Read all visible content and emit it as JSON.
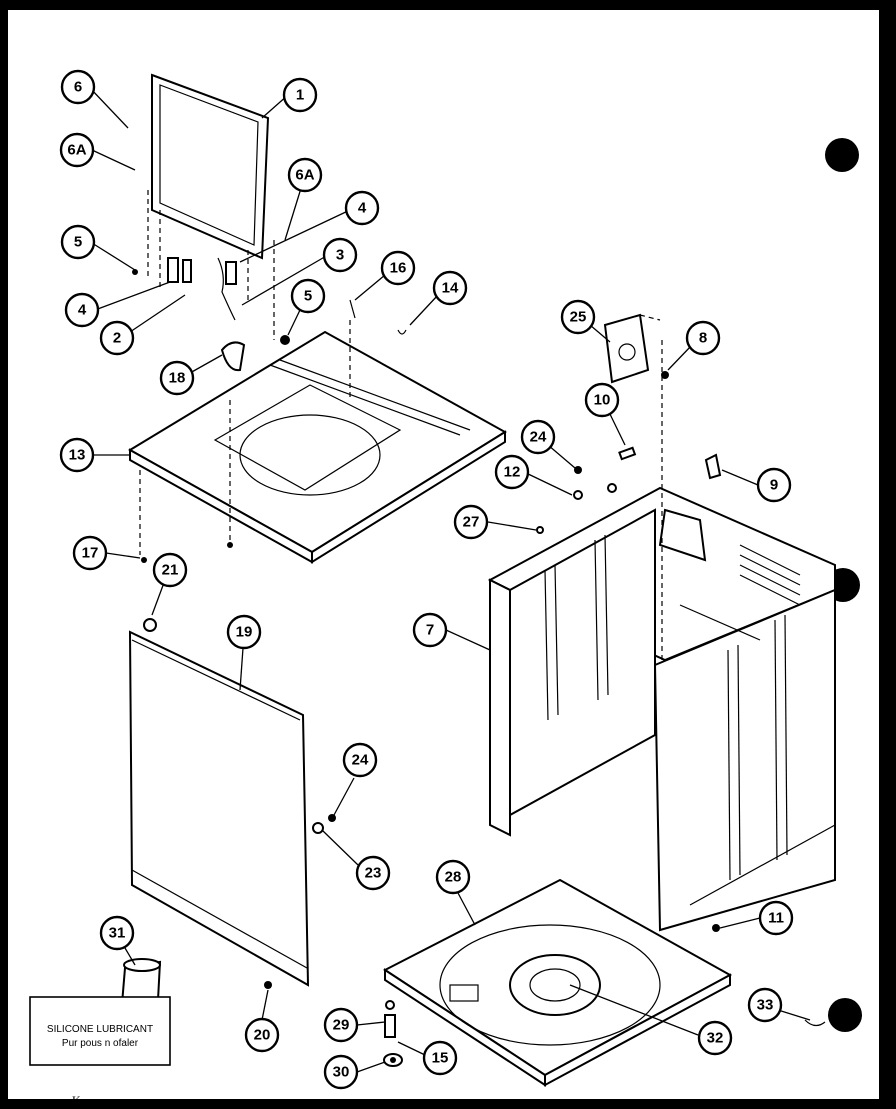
{
  "diagram": {
    "callouts": [
      {
        "id": "c1",
        "label": "1"
      },
      {
        "id": "c6",
        "label": "6"
      },
      {
        "id": "c6a_l",
        "label": "6A"
      },
      {
        "id": "c6a_r",
        "label": "6A"
      },
      {
        "id": "c4_r",
        "label": "4"
      },
      {
        "id": "c5_l",
        "label": "5"
      },
      {
        "id": "c3",
        "label": "3"
      },
      {
        "id": "c4_l",
        "label": "4"
      },
      {
        "id": "c2",
        "label": "2"
      },
      {
        "id": "c16",
        "label": "16"
      },
      {
        "id": "c14",
        "label": "14"
      },
      {
        "id": "c5_m",
        "label": "5"
      },
      {
        "id": "c18",
        "label": "18"
      },
      {
        "id": "c13",
        "label": "13"
      },
      {
        "id": "c25",
        "label": "25"
      },
      {
        "id": "c8",
        "label": "8"
      },
      {
        "id": "c10",
        "label": "10"
      },
      {
        "id": "c24_t",
        "label": "24"
      },
      {
        "id": "c12",
        "label": "12"
      },
      {
        "id": "c9",
        "label": "9"
      },
      {
        "id": "c27",
        "label": "27"
      },
      {
        "id": "c17",
        "label": "17"
      },
      {
        "id": "c21",
        "label": "21"
      },
      {
        "id": "c19",
        "label": "19"
      },
      {
        "id": "c7",
        "label": "7"
      },
      {
        "id": "c24_b",
        "label": "24"
      },
      {
        "id": "c23",
        "label": "23"
      },
      {
        "id": "c28",
        "label": "28"
      },
      {
        "id": "c11",
        "label": "11"
      },
      {
        "id": "c31",
        "label": "31"
      },
      {
        "id": "c20",
        "label": "20"
      },
      {
        "id": "c29",
        "label": "29"
      },
      {
        "id": "c15",
        "label": "15"
      },
      {
        "id": "c30",
        "label": "30"
      },
      {
        "id": "c32",
        "label": "32"
      },
      {
        "id": "c33",
        "label": "33"
      }
    ],
    "lubricant_box": {
      "line1": "SILICONE LUBRICANT",
      "line2": "Pur pous n ofaler"
    },
    "corner_mark": "K"
  }
}
